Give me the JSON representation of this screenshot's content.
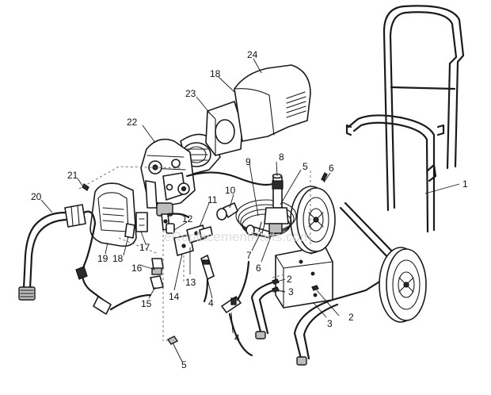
{
  "watermark": "eReplacementParts.com",
  "callouts": {
    "c1": "1",
    "c2a": "2",
    "c2b": "2",
    "c3a": "3",
    "c3b": "3",
    "c4a": "4",
    "c4b": "4",
    "c5a": "5",
    "c5b": "5",
    "c6a": "6",
    "c6b": "6",
    "c7": "7",
    "c8": "8",
    "c9": "9",
    "c10": "10",
    "c11": "11",
    "c12": "12",
    "c13": "13",
    "c14": "14",
    "c15": "15",
    "c16": "16",
    "c17": "17",
    "c18a": "18",
    "c18b": "18",
    "c19": "19",
    "c20": "20",
    "c21": "21",
    "c22": "22",
    "c23": "23",
    "c24": "24"
  }
}
